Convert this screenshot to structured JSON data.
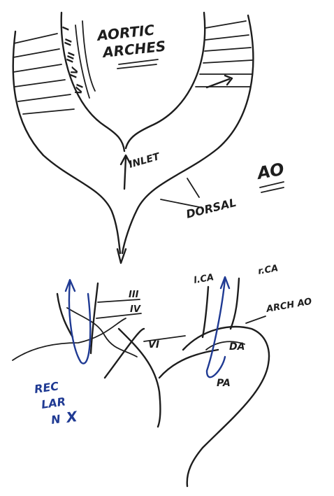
{
  "colors": {
    "ink": "#1d1d1d",
    "blue_ink": "#1f3a93",
    "paper": "#ffffff"
  },
  "labels": {
    "title_line1": "AORTIC",
    "title_line2": "ARCHES",
    "inlet": "INLET",
    "dorsal": "DORSAL",
    "ao": "AO",
    "arch_numbers": [
      "I",
      "II",
      "III",
      "IV",
      "VI"
    ],
    "lca": "l.CA",
    "rca": "r.CA",
    "arch_ao": "ARCH AO",
    "da": "DA",
    "pa": "PA",
    "arch_iii": "III",
    "arch_iv": "IV",
    "arch_vi": "VI",
    "rec_line1": "REC",
    "rec_line2": "LAR",
    "rec_line3": "N",
    "rec_nerve": "X"
  }
}
